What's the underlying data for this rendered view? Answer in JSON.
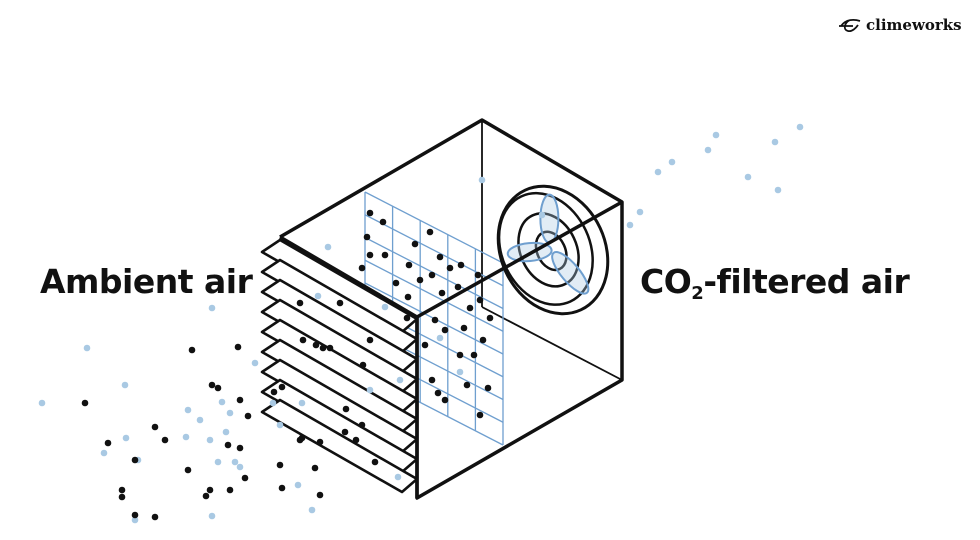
{
  "labels": {
    "left": "Ambient air",
    "right_prefix": "CO",
    "right_sub": "2",
    "right_suffix": "-filtered air"
  },
  "logo": {
    "text": "climeworks"
  },
  "colors": {
    "ink": "#111111",
    "co2_dot": "#111111",
    "air_dot": "#a9c9e3",
    "grid": "#6f9fcf"
  }
}
